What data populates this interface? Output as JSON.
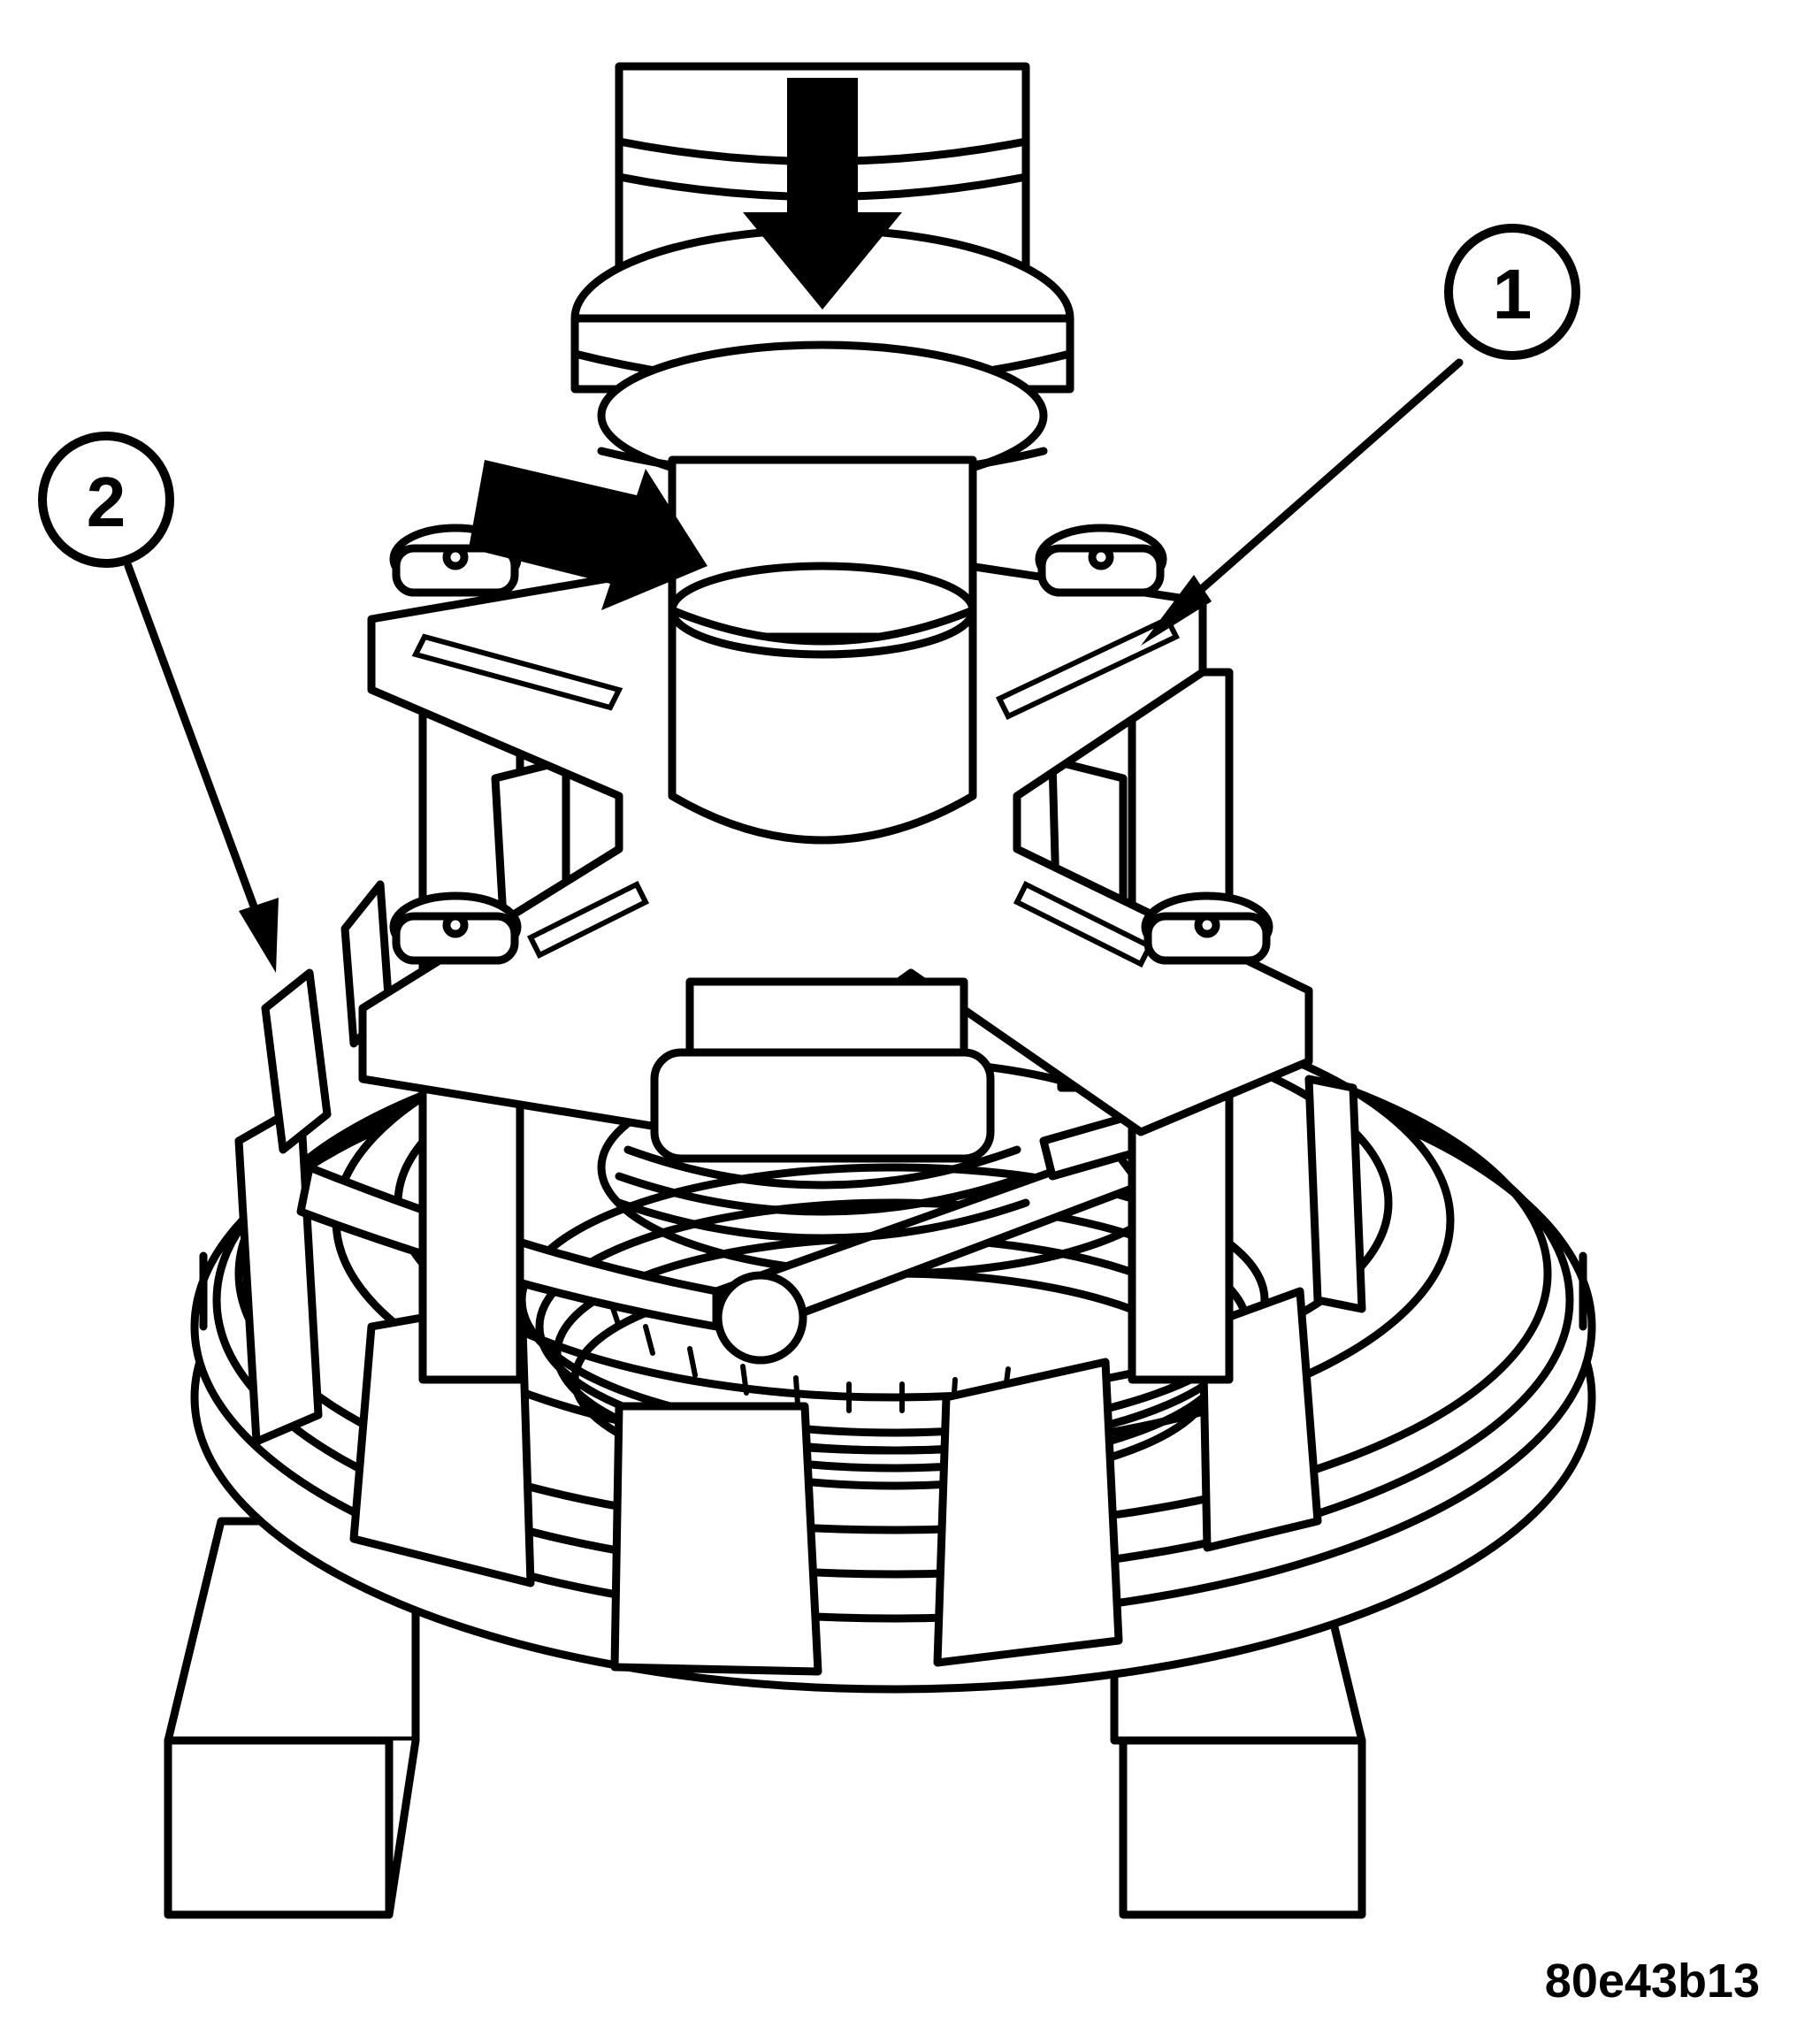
{
  "figure": {
    "id_label": "80e43b13"
  },
  "callouts": [
    {
      "number": "1"
    },
    {
      "number": "2"
    }
  ],
  "colors": {
    "ink": "#000000",
    "paper": "#ffffff"
  }
}
